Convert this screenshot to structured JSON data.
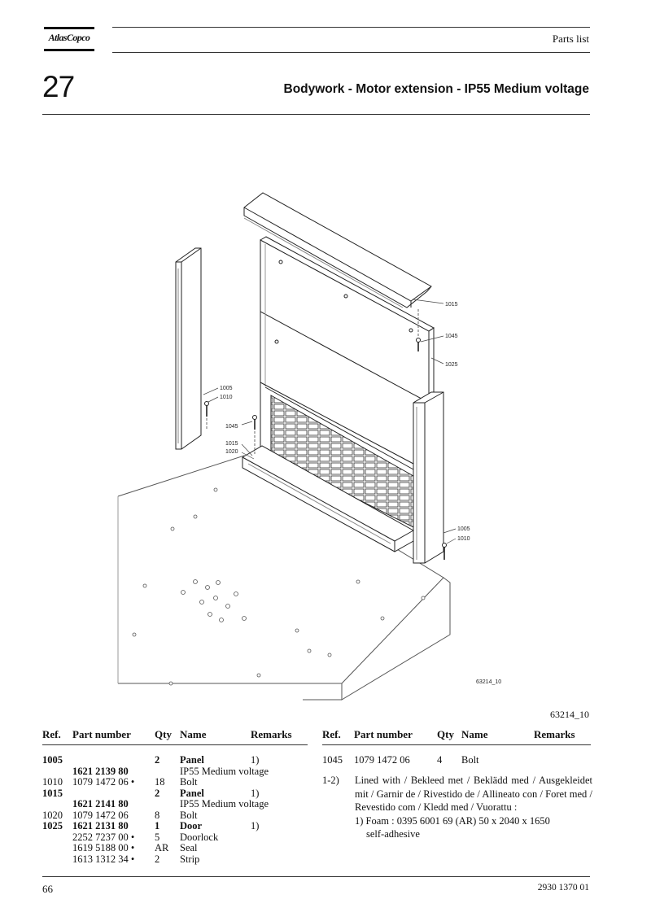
{
  "header": {
    "brand": "AtlasCopco",
    "section": "Parts list",
    "chapter": "27",
    "title": "Bodywork - Motor extension - IP55 Medium voltage"
  },
  "drawing": {
    "callouts": {
      "c1015a": "1015",
      "c1045a": "1045",
      "c1025": "1025",
      "c1005a": "1005",
      "c1010a": "1010",
      "c1045b": "1045",
      "c1015b": "1015",
      "c1020": "1020",
      "c1005b": "1005",
      "c1010b": "1010",
      "code": "63214_10"
    }
  },
  "figure_code": "63214_10",
  "table_left": {
    "headers": {
      "ref": "Ref.",
      "part": "Part number",
      "qty": "Qty",
      "name": "Name",
      "remarks": "Remarks"
    },
    "rows": [
      {
        "ref": "1005",
        "part": "",
        "qty": "2",
        "name": "Panel",
        "remarks": "1)"
      },
      {
        "ref": "",
        "part": "1621 2139 80",
        "qty": "",
        "name": "IP55 Medium voltage",
        "remarks": ""
      },
      {
        "ref": "1010",
        "part": "1079 1472 06 •",
        "qty": "18",
        "name": "Bolt",
        "remarks": ""
      },
      {
        "ref": "1015",
        "part": "",
        "qty": "2",
        "name": "Panel",
        "remarks": "1)"
      },
      {
        "ref": "",
        "part": "1621 2141 80",
        "qty": "",
        "name": "IP55 Medium voltage",
        "remarks": ""
      },
      {
        "ref": "1020",
        "part": "1079 1472 06",
        "qty": "8",
        "name": "Bolt",
        "remarks": ""
      },
      {
        "ref": "1025",
        "part": "1621 2131 80",
        "qty": "1",
        "name": "Door",
        "remarks": "1)"
      },
      {
        "ref": "",
        "part": "2252 7237 00 •",
        "qty": "5",
        "name": "Doorlock",
        "remarks": ""
      },
      {
        "ref": "",
        "part": "1619 5188 00 •",
        "qty": "AR",
        "name": "Seal",
        "remarks": ""
      },
      {
        "ref": "",
        "part": "1613 1312 34 •",
        "qty": "2",
        "name": "Strip",
        "remarks": ""
      }
    ]
  },
  "table_right": {
    "headers": {
      "ref": "Ref.",
      "part": "Part number",
      "qty": "Qty",
      "name": "Name",
      "remarks": "Remarks"
    },
    "rows": [
      {
        "ref": "1045",
        "part": "1079 1472 06",
        "qty": "4",
        "name": "Bolt",
        "remarks": ""
      }
    ]
  },
  "notes": {
    "number": "1-2)",
    "text": "Lined with / Bekleed met / Beklädd med / Ausgekleidet mit / Garnir de / Rivestido de / Allineato con / Foret med / Revestido com / Kledd med / Vuorattu :",
    "foam_line1": "1) Foam : 0395 6001 69 (AR) 50 x 2040 x 1650",
    "foam_line2": "self-adhesive"
  },
  "footer": {
    "page": "66",
    "doc_number": "2930 1370 01"
  }
}
